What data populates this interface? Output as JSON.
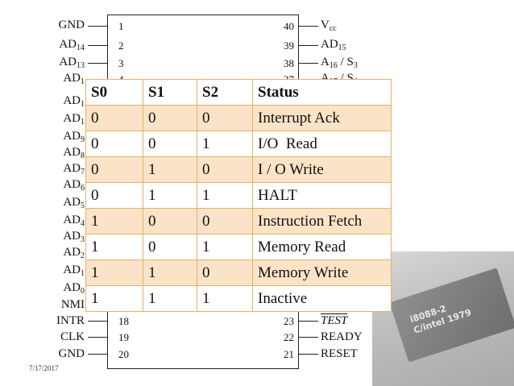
{
  "slide": {
    "date": "7/17/2017"
  },
  "left_pins": [
    {
      "num": "1",
      "name": "GND",
      "sub": ""
    },
    {
      "num": "2",
      "name": "AD",
      "sub": "14"
    },
    {
      "num": "3",
      "name": "AD",
      "sub": "13"
    },
    {
      "num": "4",
      "name": "AD",
      "sub": "1"
    },
    {
      "num": "",
      "name": "AD",
      "sub": "1"
    },
    {
      "num": "",
      "name": "AD",
      "sub": "1"
    },
    {
      "num": "",
      "name": "AD",
      "sub": "9"
    },
    {
      "num": "",
      "name": "AD",
      "sub": "8"
    },
    {
      "num": "",
      "name": "AD",
      "sub": "7"
    },
    {
      "num": "",
      "name": "AD",
      "sub": "6"
    },
    {
      "num": "",
      "name": "AD",
      "sub": "5"
    },
    {
      "num": "",
      "name": "AD",
      "sub": "4"
    },
    {
      "num": "",
      "name": "AD",
      "sub": "3"
    },
    {
      "num": "",
      "name": "AD",
      "sub": "2"
    },
    {
      "num": "",
      "name": "AD",
      "sub": "1"
    },
    {
      "num": "",
      "name": "AD",
      "sub": "0"
    },
    {
      "num": "",
      "name": "NMI",
      "sub": ""
    },
    {
      "num": "18",
      "name": "INTR",
      "sub": ""
    },
    {
      "num": "19",
      "name": "CLK",
      "sub": ""
    },
    {
      "num": "20",
      "name": "GND",
      "sub": ""
    }
  ],
  "right_pins": [
    {
      "num": "40",
      "name": "V",
      "sub": "cc"
    },
    {
      "num": "39",
      "name": "AD",
      "sub": "15"
    },
    {
      "num": "38",
      "name": "A",
      "sub": "16",
      "suffix": " / S",
      "sub2": "3"
    },
    {
      "num": "37",
      "name": "A",
      "sub": "17",
      "suffix": " / S",
      "sub2": "4"
    },
    {
      "num": "23",
      "name": "TEST",
      "sub": "",
      "overbar": true
    },
    {
      "num": "22",
      "name": "READY",
      "sub": ""
    },
    {
      "num": "21",
      "name": "RESET",
      "sub": ""
    }
  ],
  "status_table": {
    "headers": [
      "S0",
      "S1",
      "S2",
      "Status"
    ],
    "rows": [
      [
        "0",
        "0",
        "0",
        "Interrupt Ack"
      ],
      [
        "0",
        "0",
        "1",
        "I/O  Read"
      ],
      [
        "0",
        "1",
        "0",
        "I / O Write"
      ],
      [
        "0",
        "1",
        "1",
        "HALT"
      ],
      [
        "1",
        "0",
        "0",
        "Instruction Fetch"
      ],
      [
        "1",
        "0",
        "1",
        "Memory Read"
      ],
      [
        "1",
        "1",
        "0",
        "Memory Write"
      ],
      [
        "1",
        "1",
        "1",
        "Inactive"
      ]
    ]
  },
  "photo": {
    "chip_text_line1": "i8088-2",
    "chip_text_line2": "C/intel 1979"
  }
}
